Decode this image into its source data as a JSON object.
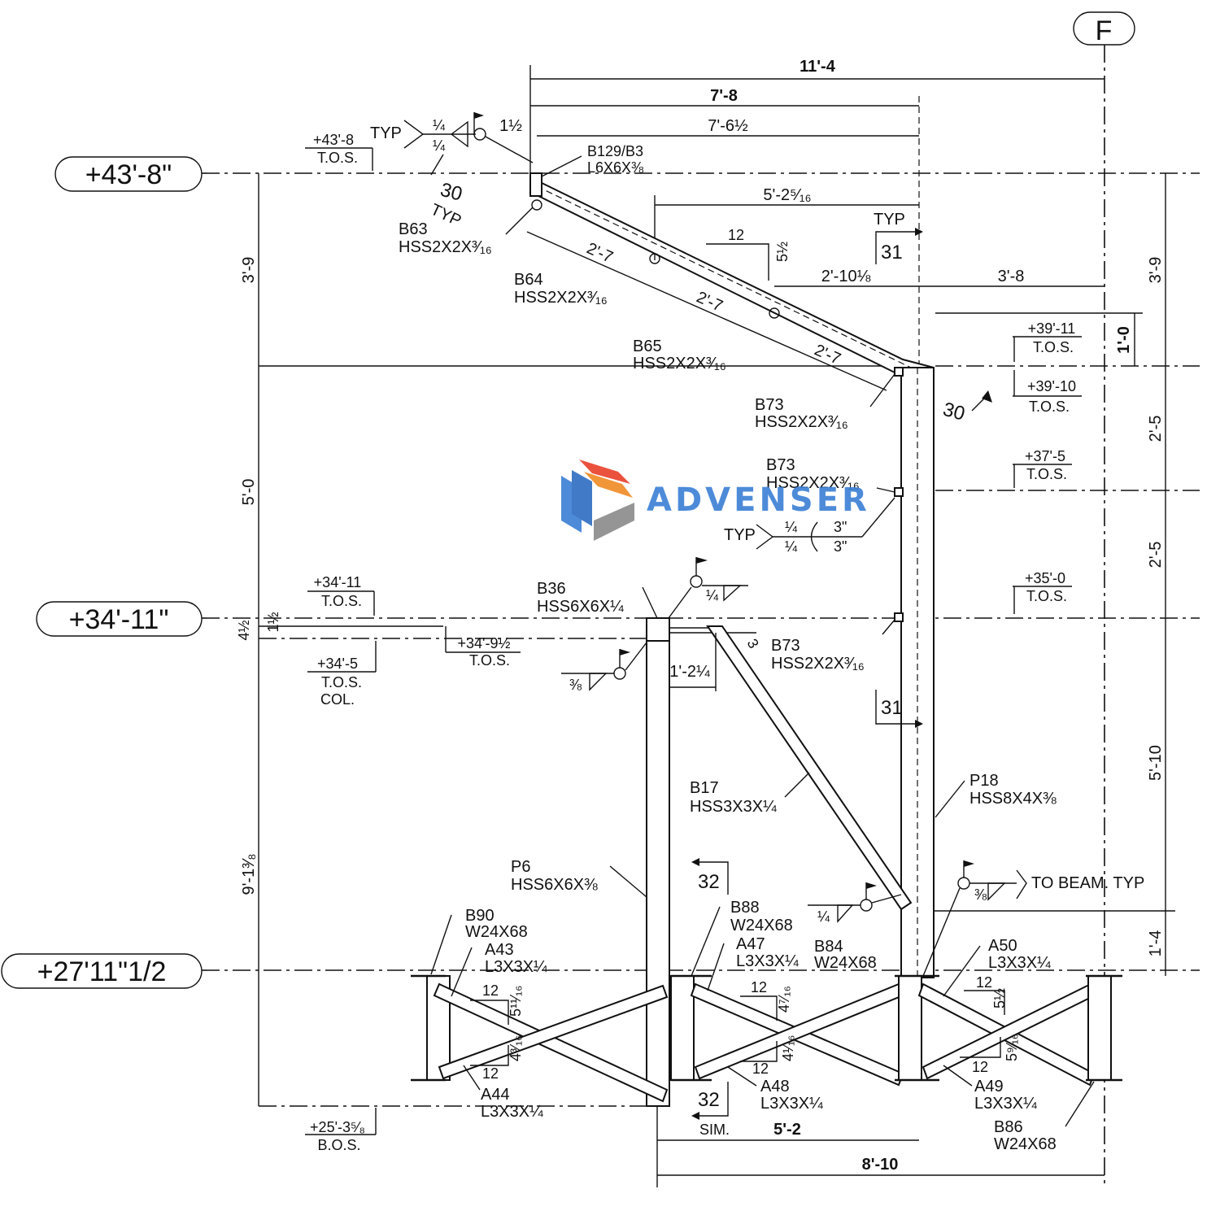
{
  "gridline": "F",
  "logo": {
    "text": "ADVENSER",
    "colors": {
      "primary": "#3a7fd5",
      "accent": "#e8402a",
      "mid": "#f08a24",
      "gray": "#8a8a8a"
    }
  },
  "levels": {
    "top": "+43'-8\"",
    "mid": "+34'-11\"",
    "bottom": "+27'11\"1/2"
  },
  "tos_tags": {
    "t43_8": "+43'-8",
    "t39_11": "+39'-11",
    "t39_10": "+39'-10",
    "t37_5": "+37'-5",
    "t35_0": "+35'-0",
    "t34_11": "+34'-11",
    "t34_5": "+34'-5",
    "t34_9h": "+34'-9½",
    "t25_3": "+25'-3⁵⁄₈",
    "tos": "T.O.S.",
    "col": "COL.",
    "bos": "B.O.S."
  },
  "dims": {
    "top_overall": "11'-4",
    "d7_8": "7'-8",
    "d7_6h": "7'-6½",
    "d1h": "1½",
    "d5_2": "5'-2⁵⁄₁₆",
    "d2_10": "2'-10⅛",
    "d3_8": "3'-8",
    "d2_7a": "2'-7",
    "d2_7b": "2'-7",
    "d2_7c": "2'-7",
    "slope_run": "12",
    "slope_rise": "5½",
    "left_3_9": "3'-9",
    "left_5_0": "5'-0",
    "left_9_1": "9'-1³⁄₈",
    "left_4h": "4½",
    "left_1h": "1½",
    "right_3_9": "3'-9",
    "right_1_0": "1'-0",
    "right_2_5a": "2'-5",
    "right_2_5b": "2'-5",
    "right_5_10": "5'-10",
    "right_1_4": "1'-4",
    "d1_2q": "1'-2¼",
    "d3": "3",
    "bot_5_2": "5'-2",
    "bot_8_10": "8'-10",
    "b12a": "12",
    "b12b": "12",
    "b12c": "12",
    "b12d": "12",
    "b12e": "12",
    "b12f": "12",
    "b5_11": "5¹¹⁄₁₆",
    "b4_3": "4³⁄₁₆",
    "b4_7": "4⁷⁄₁₆",
    "b4_1": "4¹⁄₁₆",
    "b5_h": "5½",
    "b5_9": "5⁹⁄₁₆"
  },
  "members": {
    "b129": "B129/B3",
    "b129_size": "L6X6X⅜",
    "b63": "B63",
    "b63_size": "HSS2X2X³⁄₁₆",
    "b64": "B64",
    "b64_size": "HSS2X2X³⁄₁₆",
    "b65": "B65",
    "b65_size": "HSS2X2X³⁄₁₆",
    "b73a": "B73",
    "b73a_size": "HSS2X2X³⁄₁₆",
    "b73b": "B73",
    "b73b_size": "HSS2X2X³⁄₁₆",
    "b73c": "B73",
    "b73c_size": "HSS2X2X³⁄₁₆",
    "b36": "B36",
    "b36_size": "HSS6X6X¼",
    "b17": "B17",
    "b17_size": "HSS3X3X¼",
    "p18": "P18",
    "p18_size": "HSS8X4X⅜",
    "p6": "P6",
    "p6_size": "HSS6X6X⅜",
    "b90": "B90",
    "b90_size": "W24X68",
    "a43": "A43",
    "a43_size": "L3X3X¼",
    "b88": "B88",
    "b88_size": "W24X68",
    "a47": "A47",
    "a47_size": "L3X3X¼",
    "b84": "B84",
    "b84_size": "W24X68",
    "a50": "A50",
    "a50_size": "L3X3X¼",
    "a44": "A44",
    "a44_size": "L3X3X¼",
    "a48": "A48",
    "a48_size": "L3X3X¼",
    "a49": "A49",
    "a49_size": "L3X3X¼",
    "b86": "B86",
    "b86_size": "W24X68"
  },
  "welds": {
    "typ": "TYP",
    "quarter": "¼",
    "three_eighths": "⅜",
    "three_in": "3\"",
    "to_beam": "TO BEAM. TYP",
    "sim": "SIM."
  },
  "sections": {
    "s30a": "30",
    "s30b": "30",
    "s31a": "31",
    "s31b": "31",
    "s32a": "32",
    "s32b": "32",
    "typ": "TYP",
    "typ2": "TYP"
  }
}
